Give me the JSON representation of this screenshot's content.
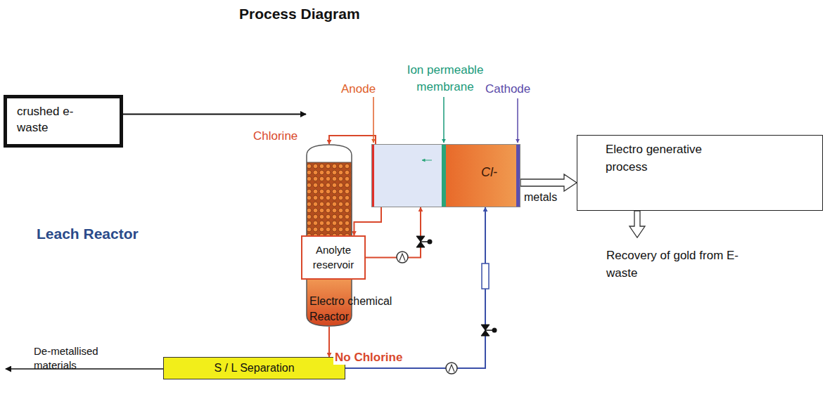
{
  "diagram": {
    "title": "Process Diagram",
    "nodes": [
      {
        "text": [
          "crushed e-waste"
        ]
      },
      {
        "text": [
          "Leach Reactor"
        ]
      },
      {
        "text": [
          "Cl-"
        ]
      },
      {
        "text": [
          "Electro generative process"
        ]
      },
      {
        "text": [
          "Anolyte reservoir"
        ]
      },
      {
        "text": [
          "S / L Separation"
        ]
      }
    ],
    "edges": [
      {
        "from": 0,
        "to": 1,
        "arrow": "to"
      },
      {
        "from": 2,
        "to": 1,
        "label": "Chlorine",
        "arrow": "to"
      },
      {
        "from": 2,
        "to": 4,
        "arrow": "to"
      },
      {
        "from": 4,
        "to": 2,
        "arrow": "to"
      },
      {
        "from": 2,
        "to": 3,
        "arrow": "to"
      },
      {
        "from": 1,
        "to": 5,
        "arrow": "to"
      },
      {
        "from": 5,
        "to": 2,
        "label": "No Chlorine",
        "arrow": "to"
      }
    ],
    "labels": [
      "Anode",
      "Ion permeable membrane",
      "Cathode",
      "metals",
      "Electro chemical Reactor",
      "Recovery of gold from E-waste",
      "De-metallised materials"
    ]
  }
}
